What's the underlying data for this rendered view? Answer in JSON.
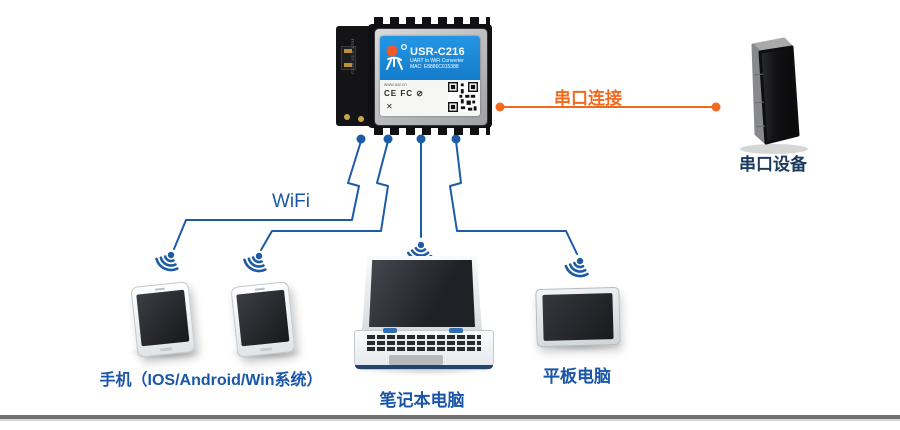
{
  "module": {
    "model": "USR-C216",
    "subtitle": "UART to WiFi Converter",
    "mac": "MAC: E8886C015388",
    "website": "www.usr.cn",
    "marks_row1": "CE FC ⊘",
    "marks_row2": "✕",
    "pcb_silk": "C216 V2.0.1701"
  },
  "connections": {
    "wifi_label": "WiFi",
    "serial_label": "串口连接"
  },
  "devices": {
    "serial_box_label": "串口设备",
    "phones_label": "手机（IOS/Android/Win系统）",
    "laptop_label": "笔记本电脑",
    "tablet_label": "平板电脑"
  },
  "colors": {
    "line_blue": "#1d5ba6",
    "text_blue": "#1a56a8",
    "orange": "#f2691e",
    "serial_text_navy": "#1b3a5f"
  }
}
